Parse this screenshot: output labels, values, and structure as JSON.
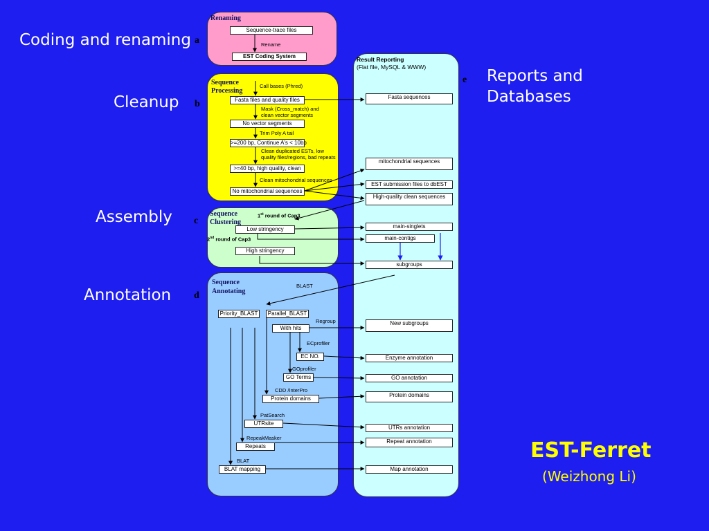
{
  "side_labels": {
    "coding": "Coding and renaming",
    "cleanup": "Cleanup",
    "assembly": "Assembly",
    "annotation": "Annotation",
    "reports": "Reports and Databases"
  },
  "letters": {
    "a": "a",
    "b": "b",
    "c": "c",
    "d": "d",
    "e": "e"
  },
  "renaming": {
    "title": "Renaming",
    "seq_trace": "Sequence-trace files",
    "rename": "Rename",
    "est_coding": "EST Coding System"
  },
  "processing": {
    "title_line1": "Sequence",
    "title_line2": "Processing",
    "call_bases": "Call bases (Phred)",
    "fasta_quality": "Fasta files and quality files",
    "mask_line1": "Mask (Cross_match) and",
    "mask_line2": "clean vector segments",
    "no_vector": "No vector segments",
    "trim": "Trim Poly A tail",
    "min200": ">=200 bp, Continue A's < 10bp",
    "clean_dup_1": "Clean duplicated ESTs, low",
    "clean_dup_2": "quality files/regions, bad repeats",
    "min40": ">=40 bp, high quality, clean",
    "clean_mito": "Clean mitochondrial sequences",
    "no_mito": "No mitochondrial sequences"
  },
  "clustering": {
    "title_line1": "Sequence",
    "title_line2": "Clustering",
    "round1_pre": "1",
    "round1_sup": "st",
    "round1_post": " round of Cap3",
    "low": "Low stringency",
    "round2_pre": "2",
    "round2_sup": "nd",
    "round2_post": " round of Cap3",
    "high": "High stringency"
  },
  "annotating": {
    "title_line1": "Sequence",
    "title_line2": "Annotating",
    "blast": "BLAST",
    "priority": "Priority_BLAST",
    "parallel": "Parallel_BLAST",
    "regroup": "Regroup",
    "with_hits": "With hits",
    "ecprofiler": "ECprofiler",
    "ec_no": "EC NO.",
    "goprofiler": "GOprofiler",
    "go_terms": "GO Terms",
    "cdd": "CDD /InterPro",
    "protein_domains": "Protein domains",
    "patsearch": "PatSearch",
    "utrsite": "UTRsite",
    "repeatmasker": "RepeakMasker",
    "repeats": "Repeats",
    "blat": "BLAT",
    "blat_mapping": "BLAT mapping"
  },
  "result": {
    "title": "Result Reporting",
    "subtitle": "(Flat file, MySQL & WWW)",
    "fasta": "Fasta sequences",
    "mito": "mitochondrial sequences",
    "est_sub": "EST submission files to dbEST",
    "hq": "High-quality clean sequences",
    "singlets": "main-singlets",
    "contigs": "main-contigs",
    "subgroups": "subgroups",
    "new_subgroups": "New subgroups",
    "enzyme": "Enzyme annotation",
    "go": "GO annotation",
    "protein": "Protein domains",
    "utrs": "UTRs annotation",
    "repeat": "Repeat annotation",
    "map": "Map annotation"
  },
  "brand": {
    "title": "EST-Ferret",
    "author": "(Weizhong Li)"
  },
  "colors": {
    "background": "#1e1ef0",
    "renaming_panel": "#ff9ccc",
    "processing_panel": "#ffff00",
    "clustering_panel": "#ccffcc",
    "annotating_panel": "#99ccff",
    "result_panel": "#ccffff",
    "brand_text": "#ffff00"
  }
}
